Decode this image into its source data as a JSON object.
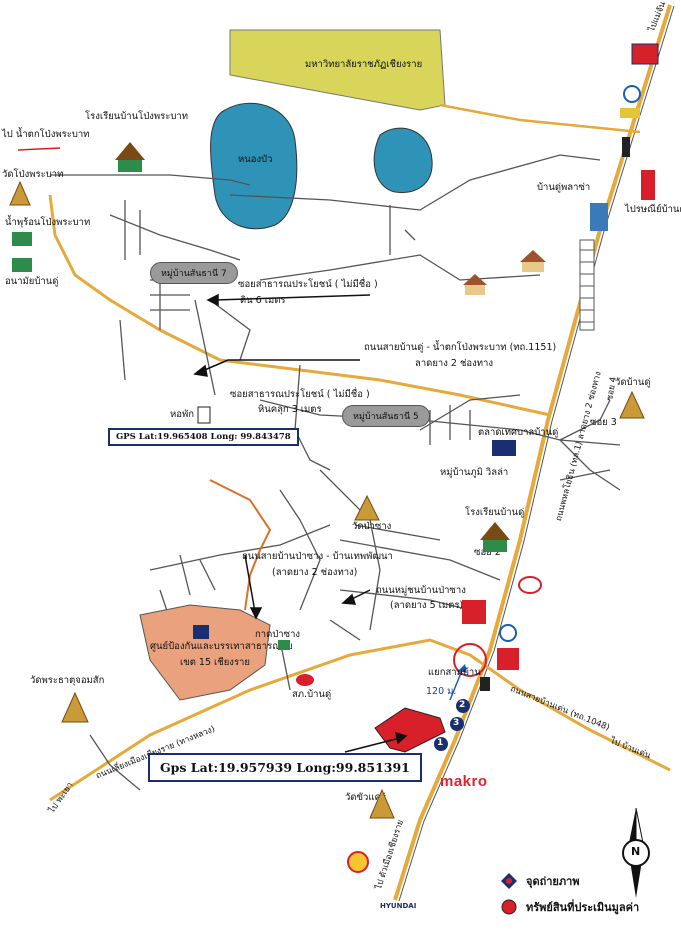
{
  "map": {
    "university": "มหาวิทยาลัยราชภัฏเชียงราย",
    "pond": "หนองบัว",
    "village_7": "หมู่บ้านสันธานี 7",
    "village_5": "หมู่บ้านสันธานี 5",
    "labels": {
      "to_pongphrabat": "ไป น้ำตกโป่งพระบาท",
      "school_pongphrabat": "โรงเรียนบ้านโป่งพระบาท",
      "wat_pongphrabat": "วัดโป่งพระบาท",
      "hotspring": "น้ำพุร้อนโป่งพระบาท",
      "health_station": "อนามัยบ้านดู่",
      "top_right_road": "ไปแม่จัน",
      "ban_du_pachao": "บ้านดู่พลาซ่า",
      "ban_du_villa": "ไปรษณีย์บ้านดู่",
      "public_road_1": "ซอยสาธารณประโยชน์ ( ไม่มีชื่อ )",
      "public_road_1_sub": "ดิน 6 เมตร",
      "main_road": "ถนนสายบ้านดู่ - น้ำตกโป่งพระบาท (ทถ.1151)",
      "main_road_sub": "ลาดยาง 2 ช่องทาง",
      "public_road_2": "ซอยสาธารณประโยชน์ ( ไม่มีชื่อ )",
      "public_road_2_sub": "หินคลุก 3 เมตร",
      "dorm": "หอพัก",
      "wat_bandu": "วัดบ้านดู่",
      "soi_3": "ซอย 3",
      "soi_4": "ซอย 4",
      "market": "ตลาดเทศบาลบ้านดู่",
      "village_bhumi": "หมู่บ้านภูมิ วิลล่า",
      "school_bandu": "โรงเรียนบ้านดู่",
      "wat_pachang": "วัดป่าซาง",
      "soi_2": "ซอย 2",
      "road_pachang": "ถนนสายบ้านป่าซาง - บ้านเทพพัฒนา",
      "road_pachang_sub": "(ลาดยาง 2 ช่องทาง)",
      "road_pachang2": "ถนนหมู่ชนบ้านป่าซาง",
      "road_pachang2_sub": "(ลาดยาง 5 เมตร)",
      "center": "ศูนย์ป้องกันและบรรเทาสาธารณภัย",
      "center_sub": "เขต 15 เชียงราย",
      "kad_pachang": "กาดป่าซาง",
      "police": "สภ.บ้านดู่",
      "intersection": "แยกสามบ้าน",
      "distance": "120 ม.",
      "wat_phrathat": "วัดพระธาตุจอมสัก",
      "bypass_road": "ถนนเลี่ยงเมืองเชียงราย (ทางหลวง)",
      "to_phayao": "ไป พะเยา",
      "road_right": "ถนนสายบ้านเด่น (ทถ.1048)",
      "to_bandu_right": "ไป บ้านเด่น",
      "highway_1": "ถนนพหลโยธิน (ทล.1) ลาดยาง 2 ช่องทาง",
      "wat_chuang": "วัดขัวแคร่",
      "to_city": "ไป ตัวเมืองเชียงราย",
      "makro": "makro",
      "hyundai": "HYUNDAI"
    },
    "gps_small": "GPS Lat:19.965408  Long: 99.843478",
    "gps_big": "Gps Lat:19.957939 Long:99.851391",
    "markers": [
      "1",
      "2",
      "3"
    ],
    "legend": {
      "photo_point": "จุดถ่ายภาพ",
      "property": "ทรัพย์สินที่ประเมินมูลค่า"
    },
    "north": "N"
  },
  "colors": {
    "main_road": "#e6a93b",
    "local_road": "#555555",
    "university": "#d8d55a",
    "water": "#2f93b8",
    "center_area": "#eaa27e",
    "property": "#d8202a",
    "orange_road": "#d9702b"
  }
}
